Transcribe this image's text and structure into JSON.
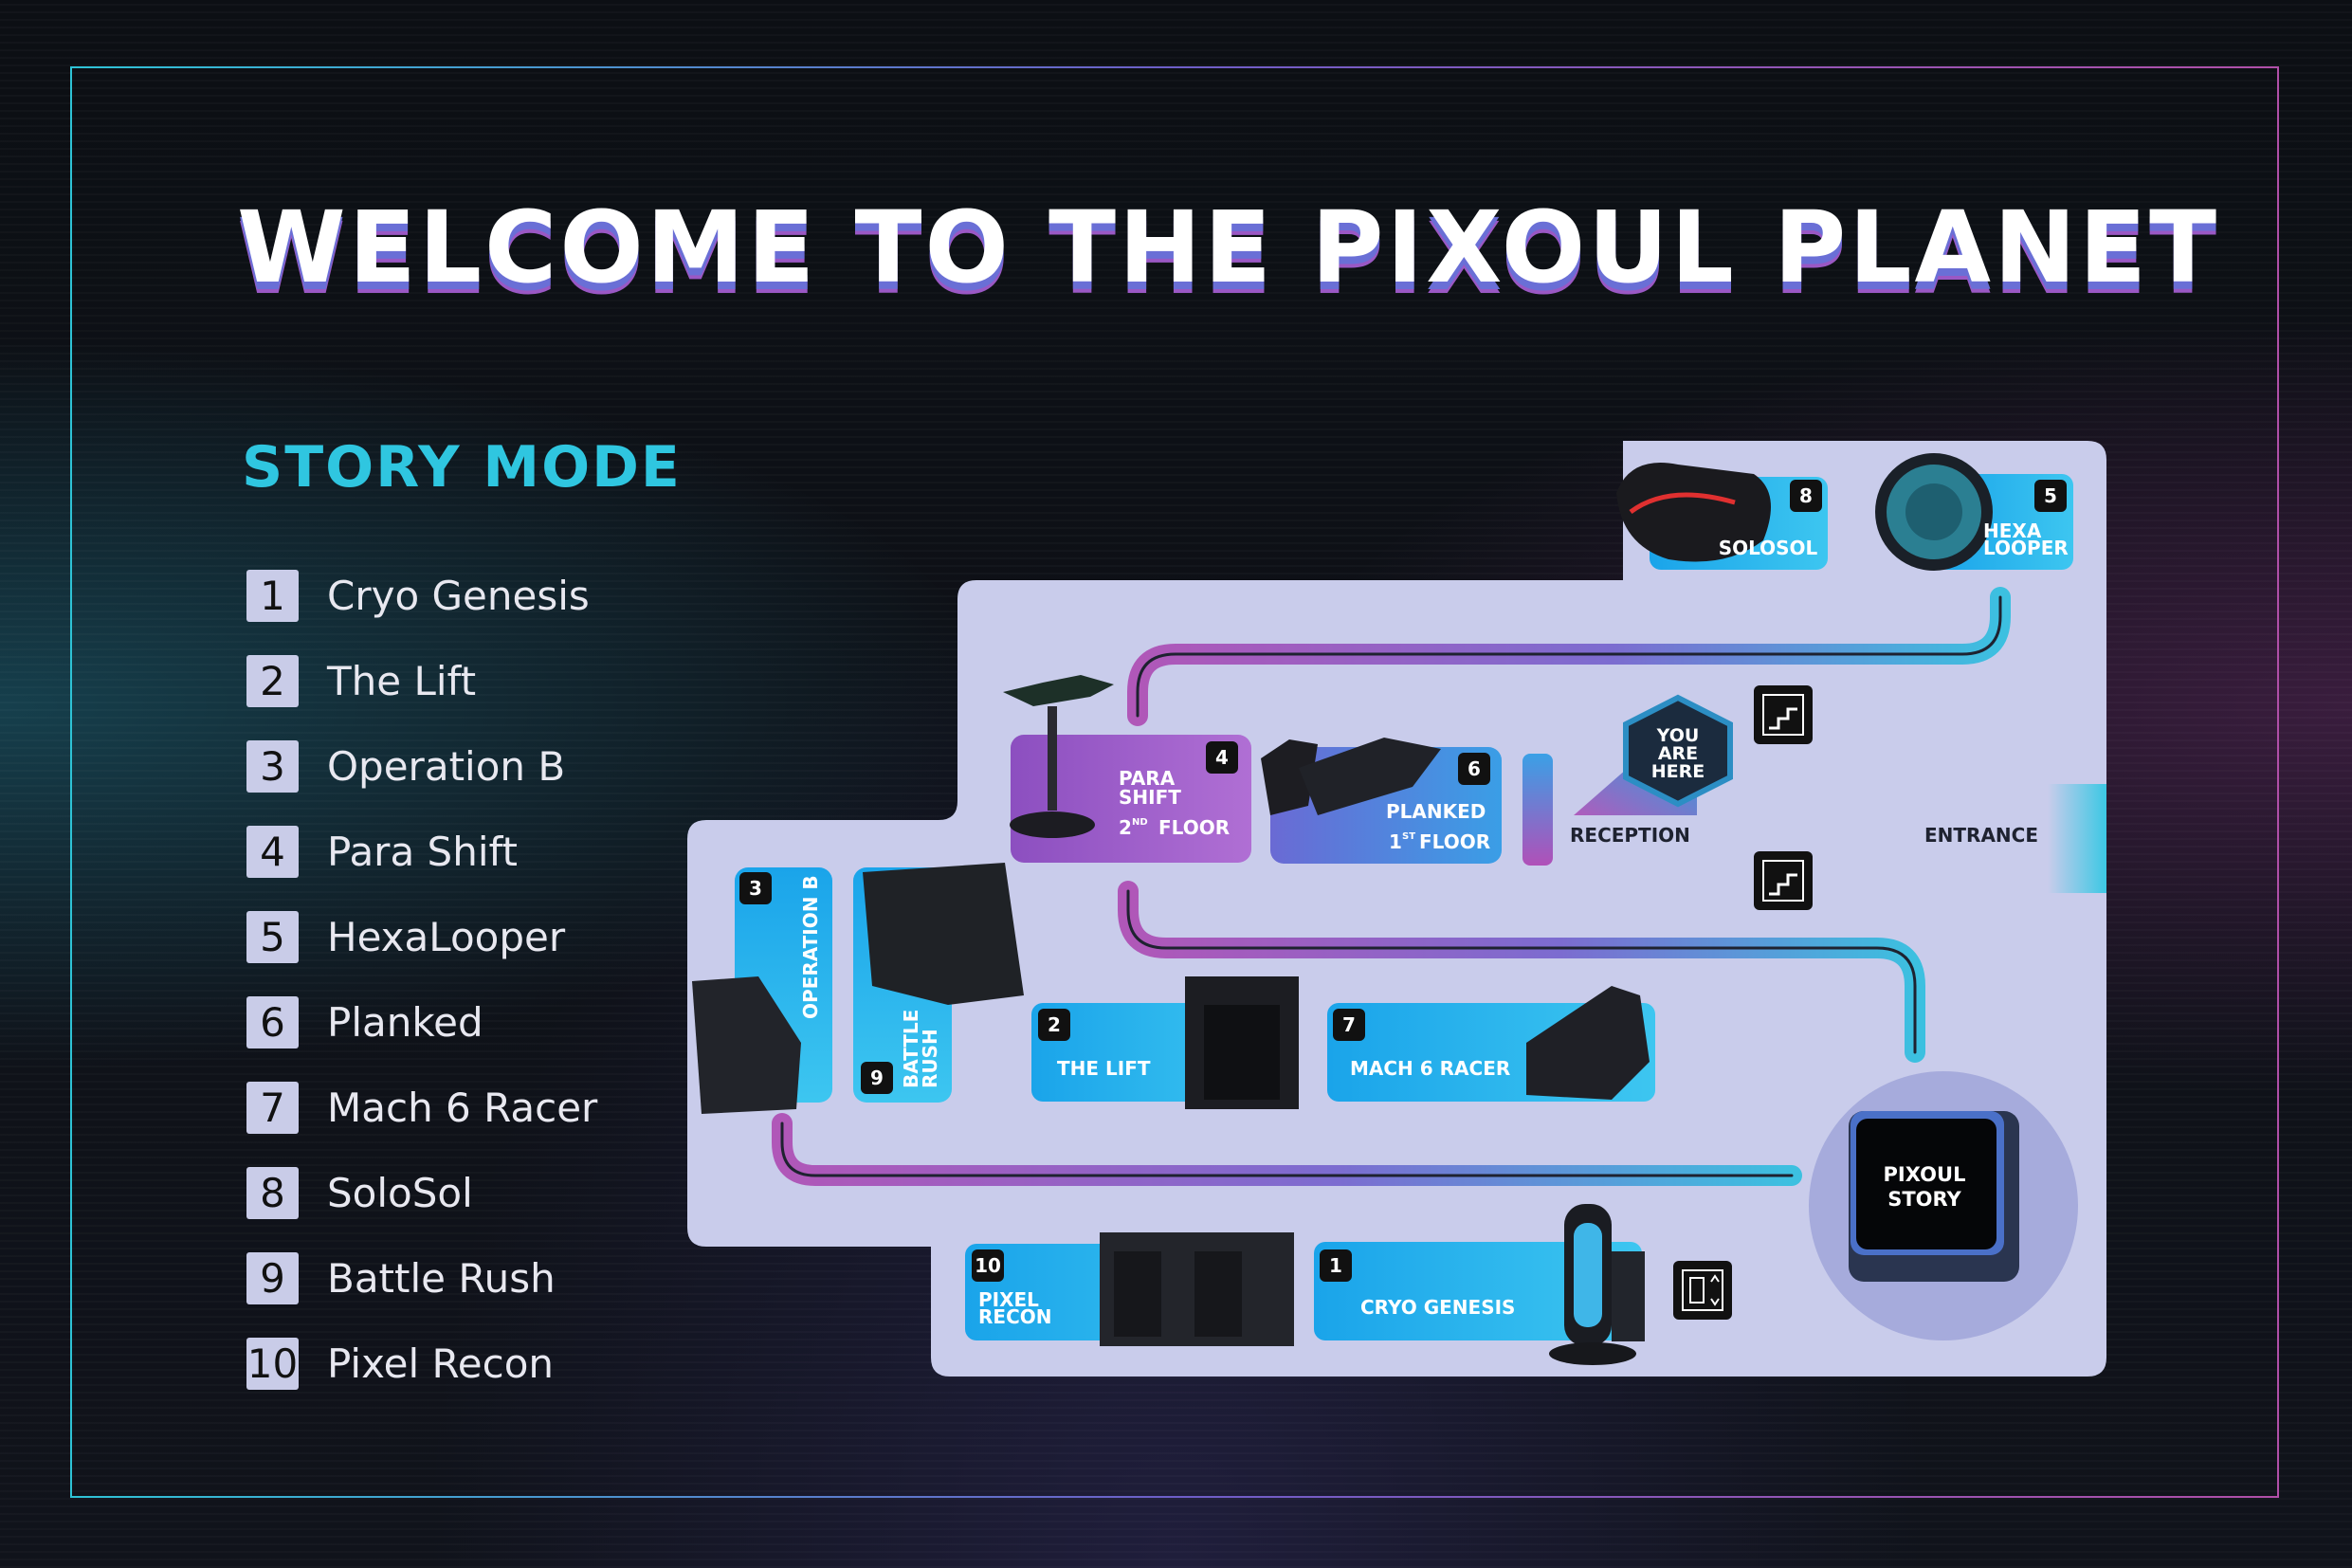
{
  "title": "WELCOME TO THE PIXOUL PLANET",
  "section_title": "STORY MODE",
  "legend": [
    {
      "num": "1",
      "label": "Cryo Genesis"
    },
    {
      "num": "2",
      "label": "The Lift"
    },
    {
      "num": "3",
      "label": "Operation B"
    },
    {
      "num": "4",
      "label": "Para Shift"
    },
    {
      "num": "5",
      "label": "HexaLooper"
    },
    {
      "num": "6",
      "label": "Planked"
    },
    {
      "num": "7",
      "label": "Mach 6 Racer"
    },
    {
      "num": "8",
      "label": "SoloSol"
    },
    {
      "num": "9",
      "label": "Battle Rush"
    },
    {
      "num": "10",
      "label": "Pixel Recon"
    }
  ],
  "map": {
    "solosol": {
      "num": "8",
      "label": "SOLOSOL"
    },
    "hexa": {
      "num": "5",
      "line1": "HEXA",
      "line2": "LOOPER"
    },
    "para": {
      "num": "4",
      "line1": "PARA",
      "line2": "SHIFT",
      "floor_num": "2",
      "floor_sup": "ND",
      "floor_text": "FLOOR"
    },
    "planked": {
      "num": "6",
      "label": "PLANKED",
      "floor_num": "1",
      "floor_sup": "ST",
      "floor_text": "FLOOR"
    },
    "you_are_here": {
      "line1": "YOU",
      "line2": "ARE",
      "line3": "HERE"
    },
    "reception": "RECEPTION",
    "entrance": "ENTRANCE",
    "operation_b": {
      "num": "3",
      "label": "OPERATION B"
    },
    "battle_rush": {
      "num": "9",
      "line1": "BATTLE",
      "line2": "RUSH"
    },
    "the_lift": {
      "num": "2",
      "label": "THE LIFT"
    },
    "mach6": {
      "num": "7",
      "label": "MACH 6 RACER"
    },
    "pixoul_story": {
      "line1": "PIXOUL",
      "line2": "STORY"
    },
    "pixel_recon": {
      "num": "10",
      "line1": "PIXEL",
      "line2": "RECON"
    },
    "cryo": {
      "num": "1",
      "label": "CRYO GENESIS"
    }
  },
  "colors": {
    "accent_cyan": "#2fc6e0",
    "accent_purple": "#a65bc6",
    "map_floor": "#c9cceb",
    "background": "#0d1016"
  },
  "icons": [
    "stairs-icon",
    "stairs-icon",
    "elevator-icon"
  ]
}
